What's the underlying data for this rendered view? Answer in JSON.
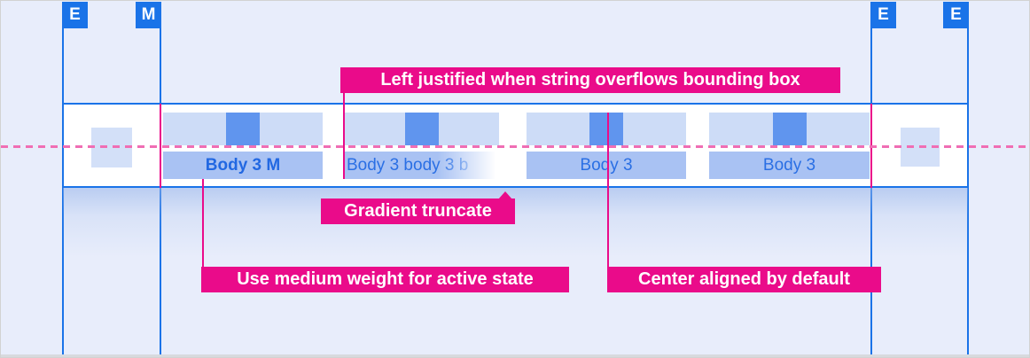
{
  "colors": {
    "background": "#e8edfb",
    "guide_blue": "#1a73e8",
    "annotation_magenta": "#ea0b8a",
    "baseline_pink": "#f06eb4",
    "tab_fill": "#cddcf7",
    "tab_icon_fill": "#6095ee",
    "tab_label_fill": "#a9c2f3",
    "tab_text_blue": "#2a6fe4",
    "margin_square_fill": "#d3e0f8"
  },
  "ruler": {
    "badges": [
      {
        "label": "E"
      },
      {
        "label": "M"
      },
      {
        "label": "E"
      },
      {
        "label": "E"
      }
    ]
  },
  "tabs": [
    {
      "label": "Body 3 M",
      "state": "active"
    },
    {
      "label": "Body 3 body 3 b",
      "state": "truncated"
    },
    {
      "label": "Body 3",
      "state": "default"
    },
    {
      "label": "Body 3",
      "state": "default"
    }
  ],
  "annotations": {
    "left_justified": "Left justified when string overflows bounding box",
    "gradient_truncate": "Gradient truncate",
    "medium_weight": "Use medium weight for active state",
    "center_aligned": "Center aligned by default"
  }
}
